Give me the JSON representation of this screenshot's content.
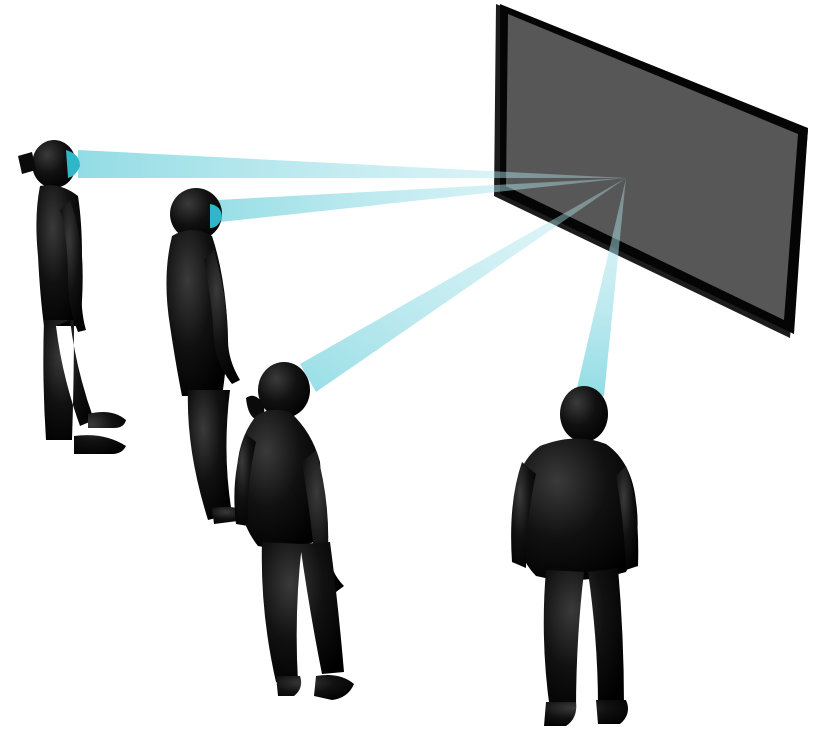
{
  "scene": {
    "colors": {
      "background": "#ffffff",
      "screen_face": "#575757",
      "screen_frame": "#050505",
      "screen_edge": "#1c1c1c",
      "figure_fill": "#0d0d0d",
      "figure_highlight": "#3a3a3a",
      "gaze_beam": "#7fd6e0",
      "gaze_beam_core": "#3cc0d0",
      "eye_highlight": "#2fb7c9"
    },
    "icons": [
      "display-screen",
      "standing-person",
      "gaze-cone"
    ],
    "viewer_count": 4
  }
}
